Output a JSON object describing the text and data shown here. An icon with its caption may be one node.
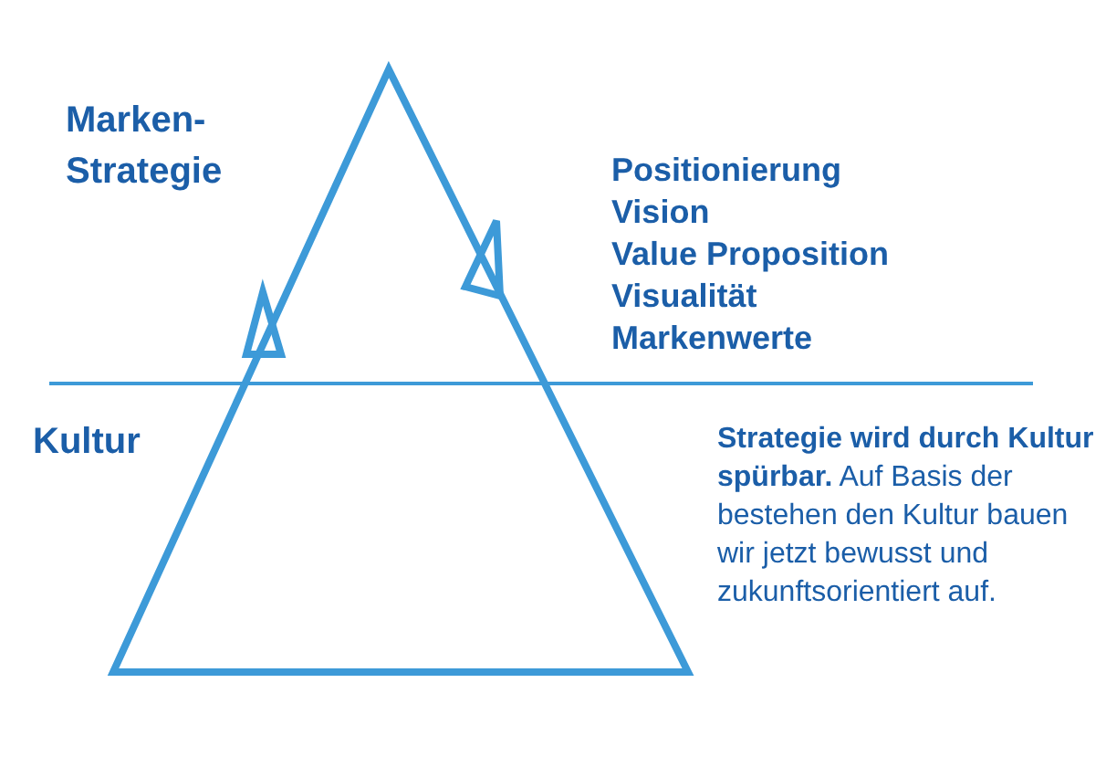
{
  "diagram": {
    "labels": [
      "Marken- Strategie",
      "Positionierung",
      "Vision",
      "Value Proposition",
      "Visualität",
      "Markenwerte",
      "Kultur",
      "**Strategie wird durch Kultur spürbar.** Auf Basis der bestehen den Kultur bauen wir jetzt bewusst und zukunftsorientiert auf."
    ]
  }
}
